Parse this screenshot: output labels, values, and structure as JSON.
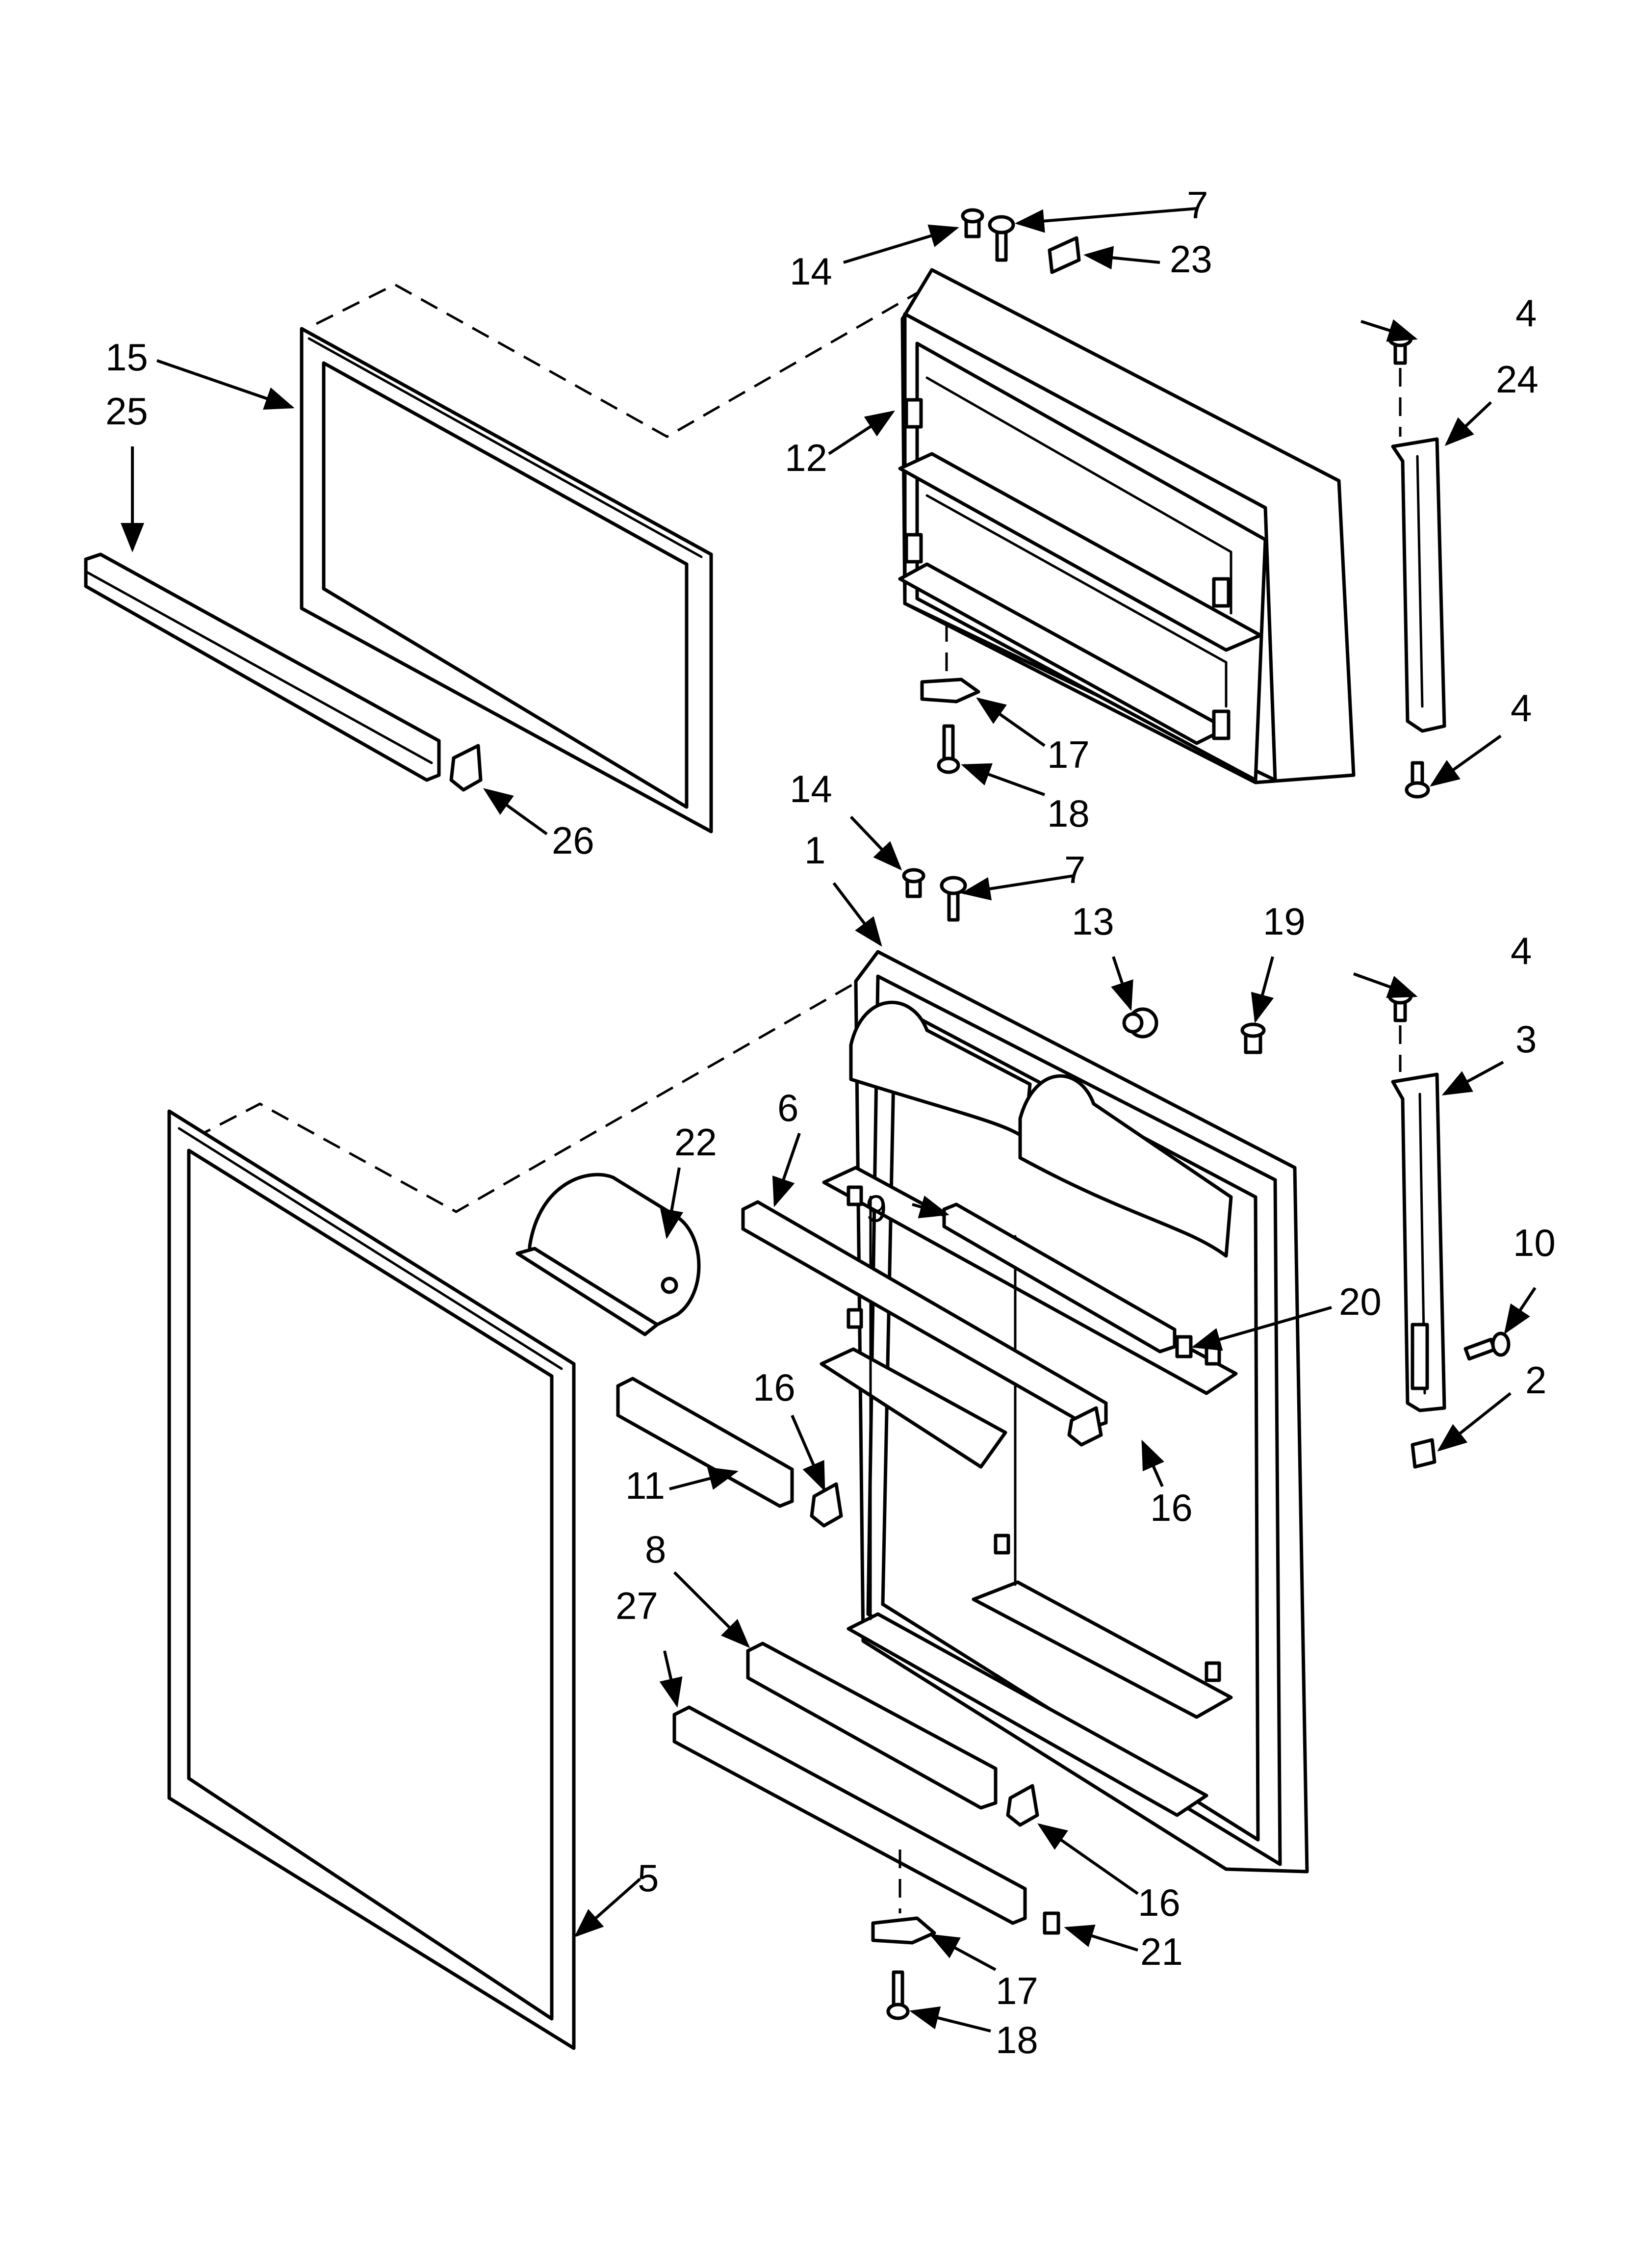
{
  "callouts": {
    "c1": "1",
    "c2": "2",
    "c3": "3",
    "c4a": "4",
    "c4b": "4",
    "c4c": "4",
    "c5": "5",
    "c6": "6",
    "c7a": "7",
    "c7b": "7",
    "c8": "8",
    "c9": "9",
    "c10": "10",
    "c11": "11",
    "c12": "12",
    "c13": "13",
    "c14a": "14",
    "c14b": "14",
    "c15": "15",
    "c16a": "16",
    "c16b": "16",
    "c16c": "16",
    "c17a": "17",
    "c17b": "17",
    "c18a": "18",
    "c18b": "18",
    "c19": "19",
    "c20": "20",
    "c21": "21",
    "c22": "22",
    "c23": "23",
    "c24": "24",
    "c25": "25",
    "c26": "26",
    "c27": "27"
  },
  "colors": {
    "line": "#000000",
    "background": "#ffffff"
  }
}
